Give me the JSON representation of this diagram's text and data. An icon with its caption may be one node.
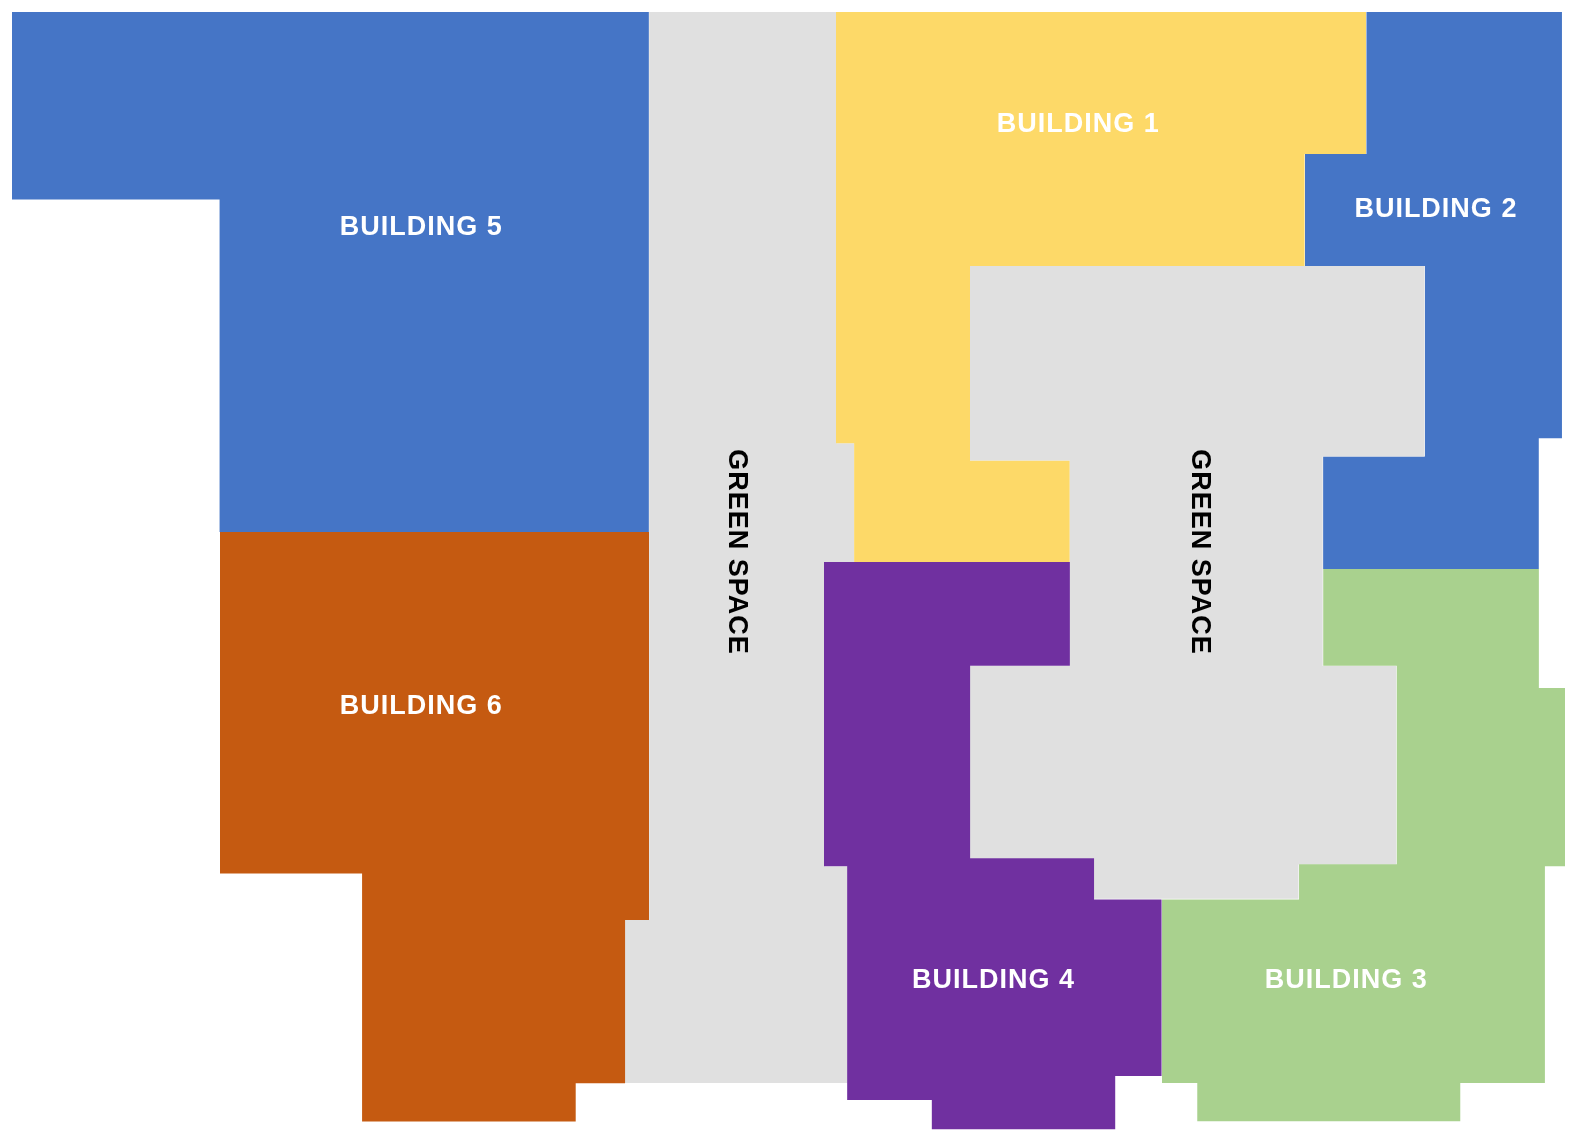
{
  "diagram": {
    "nodes": [
      {
        "text": [
          "BUILDING 5"
        ]
      },
      {
        "text": [
          "GREEN SPACE"
        ]
      },
      {
        "text": [
          "BUILDING 1"
        ]
      },
      {
        "text": [
          "BUILDING 2"
        ]
      },
      {
        "text": [
          "GREEN SPACE"
        ]
      },
      {
        "text": [
          "BUILDING 6"
        ]
      },
      {
        "text": [
          "BUILDING 4"
        ]
      },
      {
        "text": [
          "BUILDING 3"
        ]
      }
    ]
  }
}
